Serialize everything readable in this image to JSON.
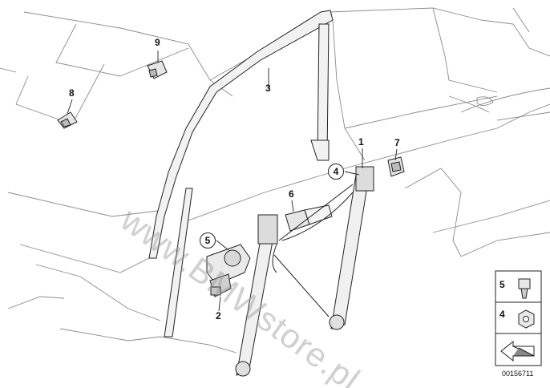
{
  "diagram": {
    "diagram_id": "00156711",
    "watermark": "www.BMWstore.pl",
    "callouts": [
      "1",
      "2",
      "3",
      "4",
      "5",
      "6",
      "7",
      "8",
      "9"
    ],
    "legend": [
      {
        "number": "5",
        "part": "bolt"
      },
      {
        "number": "4",
        "part": "hex-nut"
      }
    ]
  }
}
